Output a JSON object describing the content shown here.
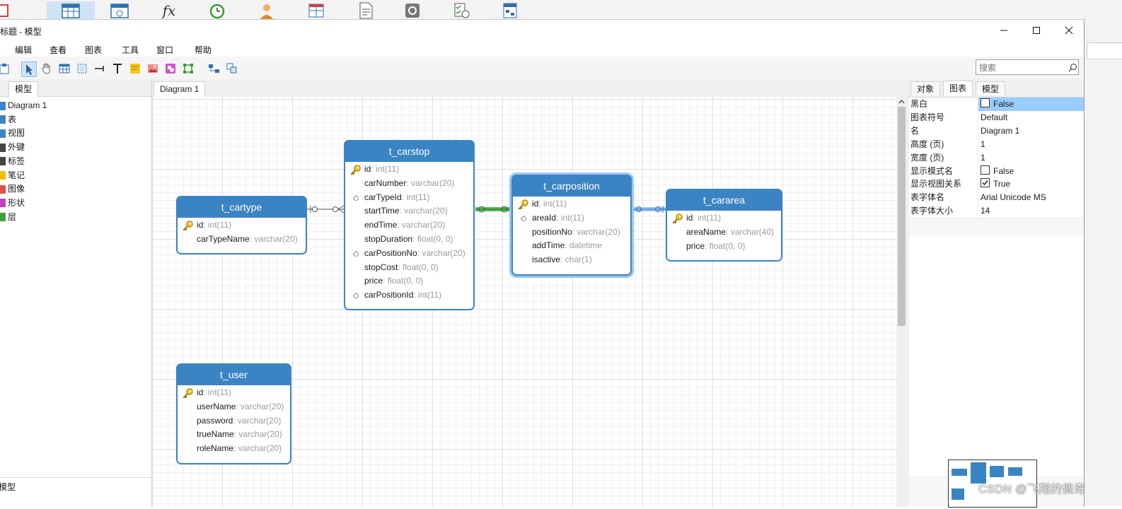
{
  "window": {
    "title": "无标题 - 模型"
  },
  "menu": [
    "编辑",
    "查看",
    "图表",
    "工具",
    "窗口",
    "帮助"
  ],
  "search": {
    "placeholder": "搜索",
    "value": ""
  },
  "left_panel": {
    "tab": "模型",
    "tree": [
      {
        "label": "Diagram 1",
        "icon": "diagram-icon",
        "color": "#3b84c4"
      },
      {
        "label": "表",
        "icon": "table-icon",
        "color": "#3b84c4"
      },
      {
        "label": "视图",
        "icon": "view-icon",
        "color": "#3b84c4"
      },
      {
        "label": "外键",
        "icon": "foreign-key-icon",
        "color": "#444444"
      },
      {
        "label": "标签",
        "icon": "label-icon",
        "color": "#444444"
      },
      {
        "label": "笔记",
        "icon": "note-icon",
        "color": "#f0c000"
      },
      {
        "label": "图像",
        "icon": "image-icon",
        "color": "#e05050"
      },
      {
        "label": "形状",
        "icon": "shape-icon",
        "color": "#c040c0"
      },
      {
        "label": "层",
        "icon": "layer-icon",
        "color": "#40a040"
      }
    ],
    "bottom_label": "模型"
  },
  "canvas": {
    "tab": "Diagram 1"
  },
  "entities": {
    "t_cartype": {
      "title": "t_cartype",
      "fields": [
        {
          "name": "id",
          "type": ": int(11)",
          "key": "primary"
        },
        {
          "name": "carTypeName",
          "type": ": varchar(20)",
          "key": "none"
        }
      ]
    },
    "t_carstop": {
      "title": "t_carstop",
      "fields": [
        {
          "name": "id",
          "type": ": int(11)",
          "key": "primary"
        },
        {
          "name": "carNumber",
          "type": ": varchar(20)",
          "key": "none"
        },
        {
          "name": "carTypeId",
          "type": ": int(11)",
          "key": "foreign"
        },
        {
          "name": "startTime",
          "type": ": varchar(20)",
          "key": "none"
        },
        {
          "name": "endTime",
          "type": ": varchar(20)",
          "key": "none"
        },
        {
          "name": "stopDuration",
          "type": ": float(0, 0)",
          "key": "none"
        },
        {
          "name": "carPositionNo",
          "type": ": varchar(20)",
          "key": "foreign"
        },
        {
          "name": "stopCost",
          "type": ": float(0, 0)",
          "key": "none"
        },
        {
          "name": "price",
          "type": ": float(0, 0)",
          "key": "none"
        },
        {
          "name": "carPositionId",
          "type": ": int(11)",
          "key": "foreign"
        }
      ]
    },
    "t_carposition": {
      "title": "t_carposition",
      "fields": [
        {
          "name": "id",
          "type": ": int(11)",
          "key": "primary"
        },
        {
          "name": "areaId",
          "type": ": int(11)",
          "key": "foreign"
        },
        {
          "name": "positionNo",
          "type": ": varchar(20)",
          "key": "none"
        },
        {
          "name": "addTime",
          "type": ": datetime",
          "key": "none"
        },
        {
          "name": "isactive",
          "type": ": char(1)",
          "key": "none"
        }
      ]
    },
    "t_cararea": {
      "title": "t_cararea",
      "fields": [
        {
          "name": "id",
          "type": ": int(11)",
          "key": "primary"
        },
        {
          "name": "areaName",
          "type": ": varchar(40)",
          "key": "none"
        },
        {
          "name": "price",
          "type": ": float(0, 0)",
          "key": "none"
        }
      ]
    },
    "t_user": {
      "title": "t_user",
      "fields": [
        {
          "name": "id",
          "type": ": int(11)",
          "key": "primary"
        },
        {
          "name": "userName",
          "type": ": varchar(20)",
          "key": "none"
        },
        {
          "name": "password",
          "type": ": varchar(20)",
          "key": "none"
        },
        {
          "name": "trueName",
          "type": ": varchar(20)",
          "key": "none"
        },
        {
          "name": "roleName",
          "type": ": varchar(20)",
          "key": "none"
        }
      ]
    }
  },
  "right_panel": {
    "tabs": [
      "对象",
      "图表",
      "模型"
    ],
    "active_tab": "图表",
    "properties": [
      {
        "key": "黑白",
        "value": "False",
        "checkbox": true,
        "checked": false,
        "highlight": true
      },
      {
        "key": "图表符号",
        "value": "Default",
        "checkbox": false
      },
      {
        "key": "名",
        "value": "Diagram 1",
        "checkbox": false
      },
      {
        "key": "高度 (页)",
        "value": "1",
        "checkbox": false
      },
      {
        "key": "宽度 (页)",
        "value": "1",
        "checkbox": false
      },
      {
        "key": "显示模式名",
        "value": "False",
        "checkbox": true,
        "checked": false
      },
      {
        "key": "显示视图关系",
        "value": "True",
        "checkbox": true,
        "checked": true
      },
      {
        "key": "表字体名",
        "value": "Arial Unicode MS",
        "checkbox": false
      },
      {
        "key": "表字体大小",
        "value": "14",
        "checkbox": false
      }
    ]
  },
  "watermark": "CSDN @飞翔的佩奇",
  "colors": {
    "accent": "#3b84c4",
    "selection": "#99ccff",
    "relation_green": "#3aa63a"
  }
}
